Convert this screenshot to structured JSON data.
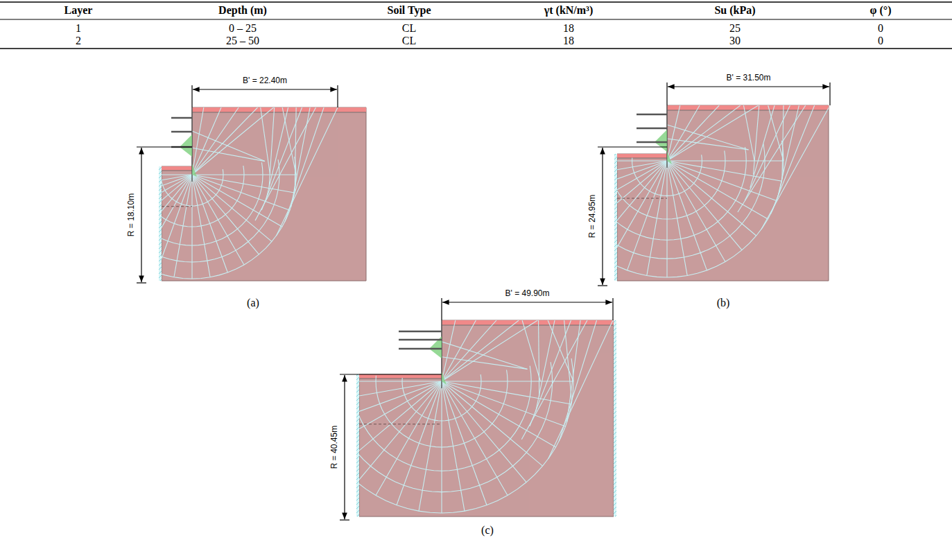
{
  "diagram": {
    "labels": [
      "Layer",
      "Depth (m)",
      "Soil Type",
      "γt (kN/m³)",
      "Su (kPa)",
      "φ (°)",
      "1",
      "0 – 25",
      "CL",
      "18",
      "25",
      "0",
      "2",
      "25 – 50",
      "CL",
      "18",
      "30",
      "0",
      "B' = 22.40m",
      "R = 18.10m",
      "(a)",
      "B' = 31.50m",
      "R = 24.95m",
      "(b)",
      "B' = 49.90m",
      "R = 40.45m",
      "(c)"
    ]
  }
}
